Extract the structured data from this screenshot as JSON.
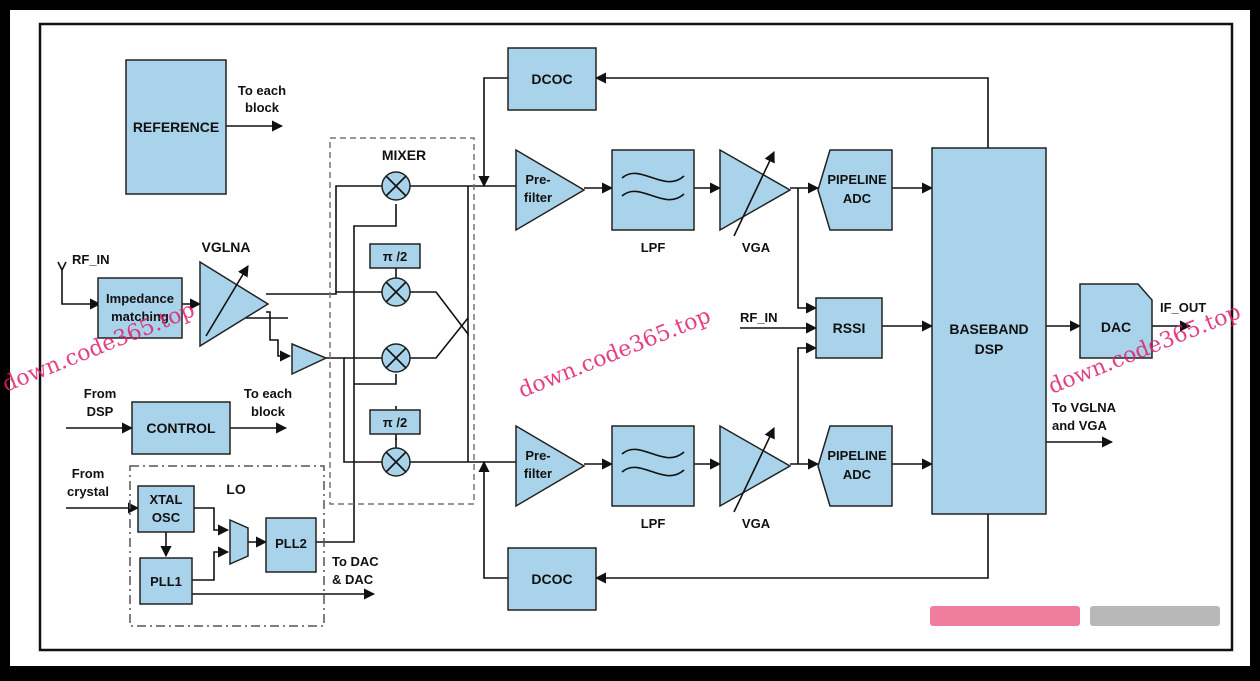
{
  "colors": {
    "block_fill": "#a9d3ea",
    "line": "#111111",
    "background": "#ffffff",
    "watermark": "#e0206c"
  },
  "blocks": {
    "reference": "REFERENCE",
    "impedance_matching_1": "Impedance",
    "impedance_matching_2": "matching",
    "vglna": "VGLNA",
    "control": "CONTROL",
    "lo": "LO",
    "xtal_osc_1": "XTAL",
    "xtal_osc_2": "OSC",
    "pll1": "PLL1",
    "pll2": "PLL2",
    "mixer": "MIXER",
    "phase_shift_top": "π /2",
    "phase_shift_bottom": "π /2",
    "dcoc_top": "DCOC",
    "dcoc_bottom": "DCOC",
    "prefilter_top_1": "Pre-",
    "prefilter_top_2": "filter",
    "prefilter_bottom_1": "Pre-",
    "prefilter_bottom_2": "filter",
    "lpf_top": "LPF",
    "lpf_bottom": "LPF",
    "vga_top": "VGA",
    "vga_bottom": "VGA",
    "adc_top_1": "PIPELINE",
    "adc_top_2": "ADC",
    "adc_bottom_1": "PIPELINE",
    "adc_bottom_2": "ADC",
    "rssi": "RSSI",
    "baseband_1": "BASEBAND",
    "baseband_2": "DSP",
    "dac": "DAC"
  },
  "signals": {
    "to_each_block_top_1": "To each",
    "to_each_block_top_2": "block",
    "rf_in_left": "RF_IN",
    "from_dsp_1": "From",
    "from_dsp_2": "DSP",
    "to_each_block_ctrl_1": "To each",
    "to_each_block_ctrl_2": "block",
    "from_crystal_1": "From",
    "from_crystal_2": "crystal",
    "to_dac_1": "To DAC",
    "to_dac_2": "& DAC",
    "rf_in_rssi": "RF_IN",
    "if_out": "IF_OUT",
    "to_vglna_1": "To VGLNA",
    "to_vglna_2": "and VGA"
  },
  "watermarks": [
    "down.code365.top",
    "down.code365.top",
    "down.code365.top"
  ]
}
